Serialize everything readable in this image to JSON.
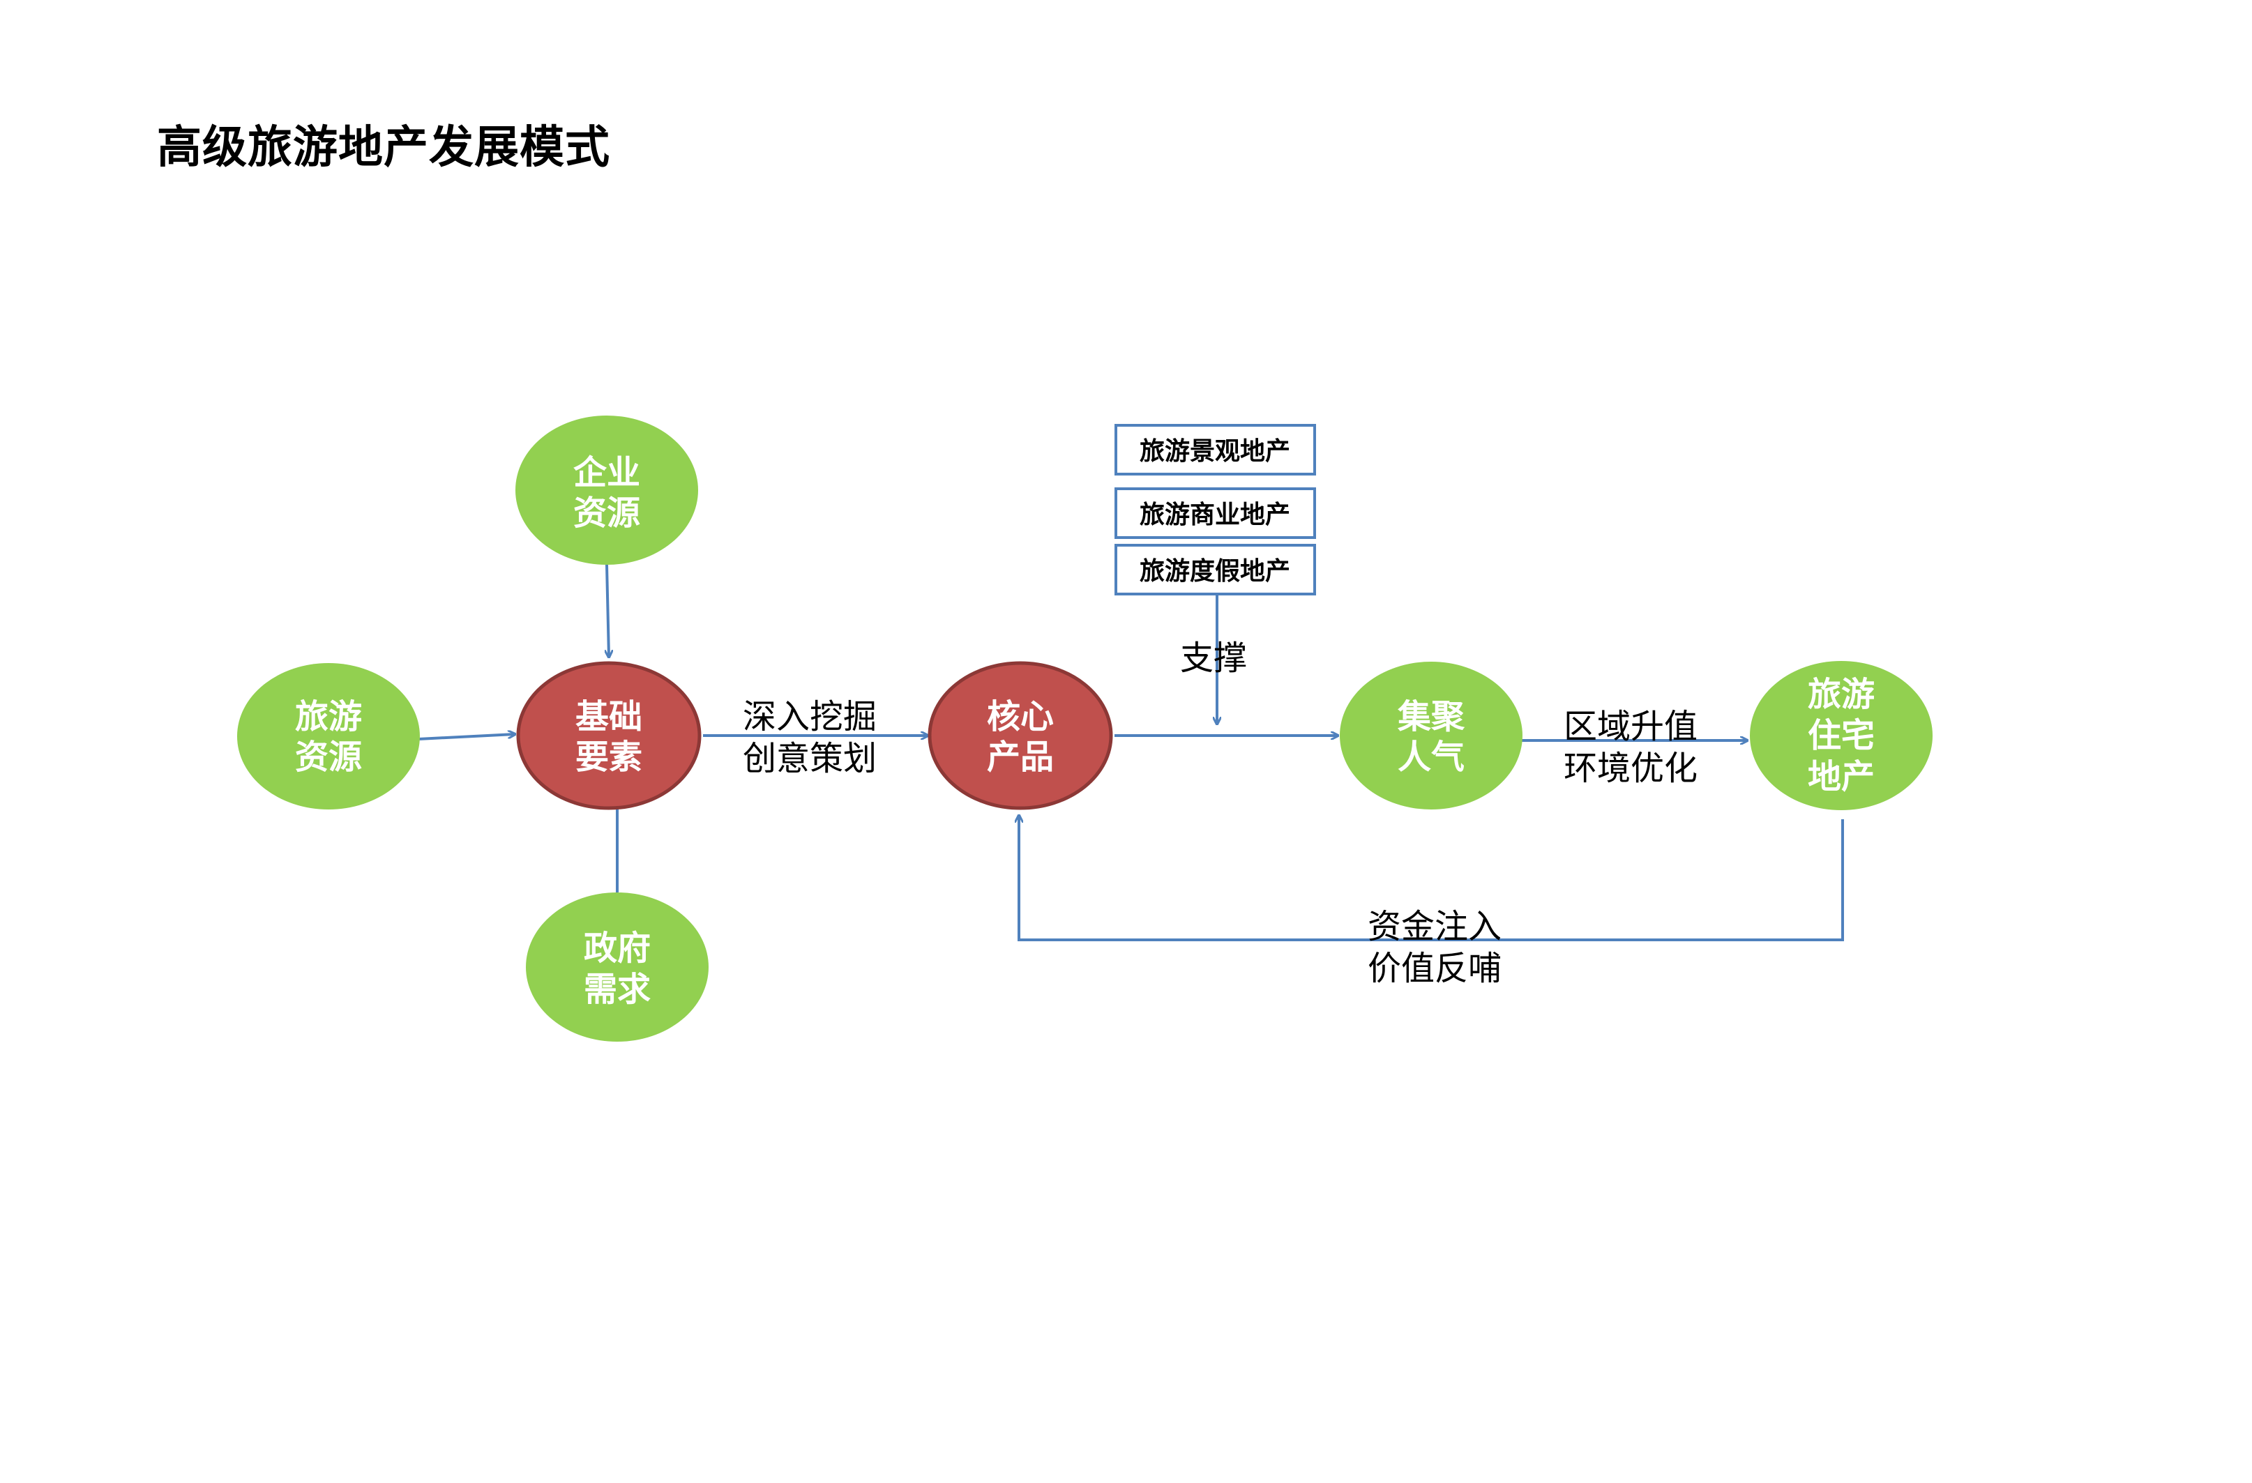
{
  "title": "高级旅游地产发展模式",
  "colors": {
    "green": "#92d050",
    "red": "#c0504d",
    "red_stroke": "#8c3836",
    "arrow": "#4f81bd",
    "box_border": "#4f81bd"
  },
  "nodes": {
    "enterprise": {
      "line1": "企业",
      "line2": "资源"
    },
    "tourism_resource": {
      "line1": "旅游",
      "line2": "资源"
    },
    "basic_elements": {
      "line1": "基础",
      "line2": "要素"
    },
    "government": {
      "line1": "政府",
      "line2": "需求"
    },
    "core_product": {
      "line1": "核心",
      "line2": "产品"
    },
    "gather": {
      "line1": "集聚",
      "line2": "人气"
    },
    "residential": {
      "line1": "旅游",
      "line2": "住宅",
      "line3": "地产"
    }
  },
  "boxes": [
    "旅游景观地产",
    "旅游商业地产",
    "旅游度假地产"
  ],
  "labels": {
    "dig": {
      "line1": "深入挖掘",
      "line2": "创意策划"
    },
    "support": "支撑",
    "value": {
      "line1": "区域升值",
      "line2": "环境优化"
    },
    "feedback": {
      "line1": "资金注入",
      "line2": "价值反哺"
    }
  }
}
